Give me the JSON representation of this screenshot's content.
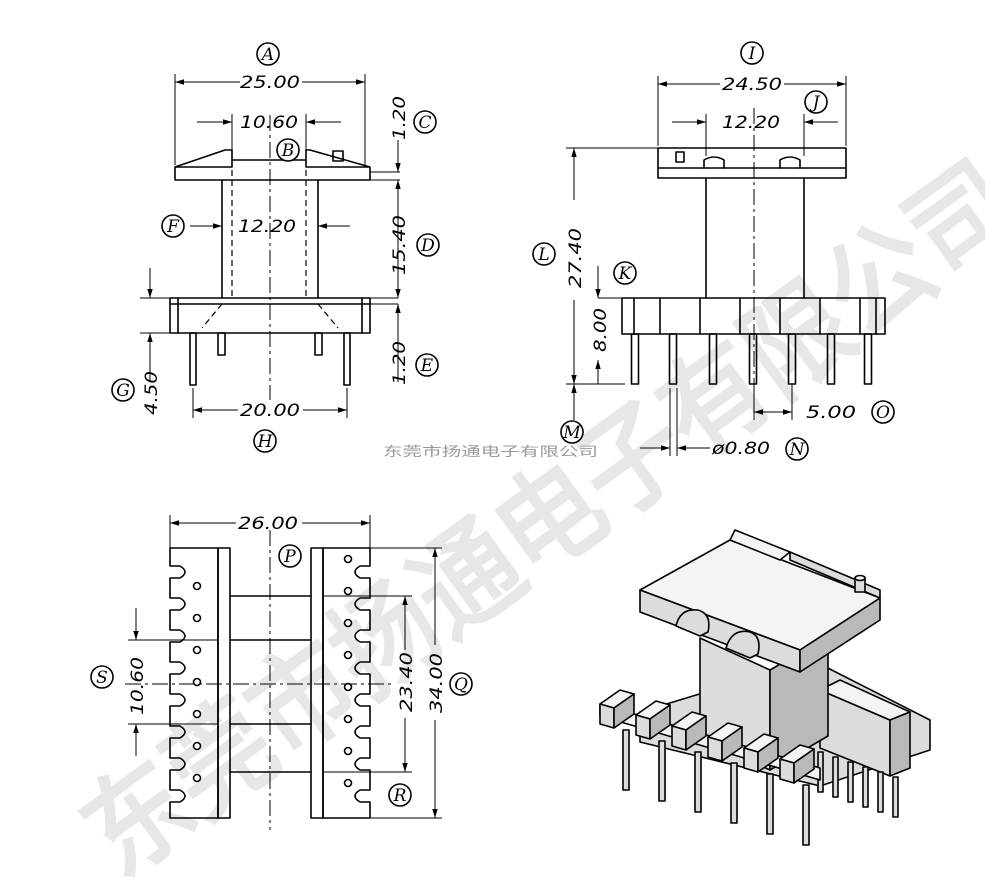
{
  "watermark": {
    "company": "东莞市扬通电子有限公司",
    "small": "东莞市扬通电子有限公司"
  },
  "front_view": {
    "dims": {
      "A": "25.00",
      "B": "10.60",
      "C": "1.20",
      "D": "15.40",
      "F": "12.20",
      "E": "1.20",
      "G": "4.50",
      "H": "20.00"
    },
    "labels": {
      "A": "A",
      "B": "B",
      "C": "C",
      "D": "D",
      "E": "E",
      "F": "F",
      "G": "G",
      "H": "H"
    }
  },
  "side_view": {
    "dims": {
      "I": "24.50",
      "J": "12.20",
      "L": "27.40",
      "K": "8.00",
      "O": "5.00",
      "N": "ø0.80"
    },
    "labels": {
      "I": "I",
      "J": "J",
      "K": "K",
      "L": "L",
      "M": "M",
      "N": "N",
      "O": "O"
    }
  },
  "bottom_view": {
    "dims": {
      "P": "26.00",
      "S": "10.60",
      "R": "23.40",
      "Q": "34.00"
    },
    "labels": {
      "P": "P",
      "Q": "Q",
      "R": "R",
      "S": "S"
    }
  },
  "iso_view": {
    "pins_front": 6,
    "pins_back": 6
  }
}
